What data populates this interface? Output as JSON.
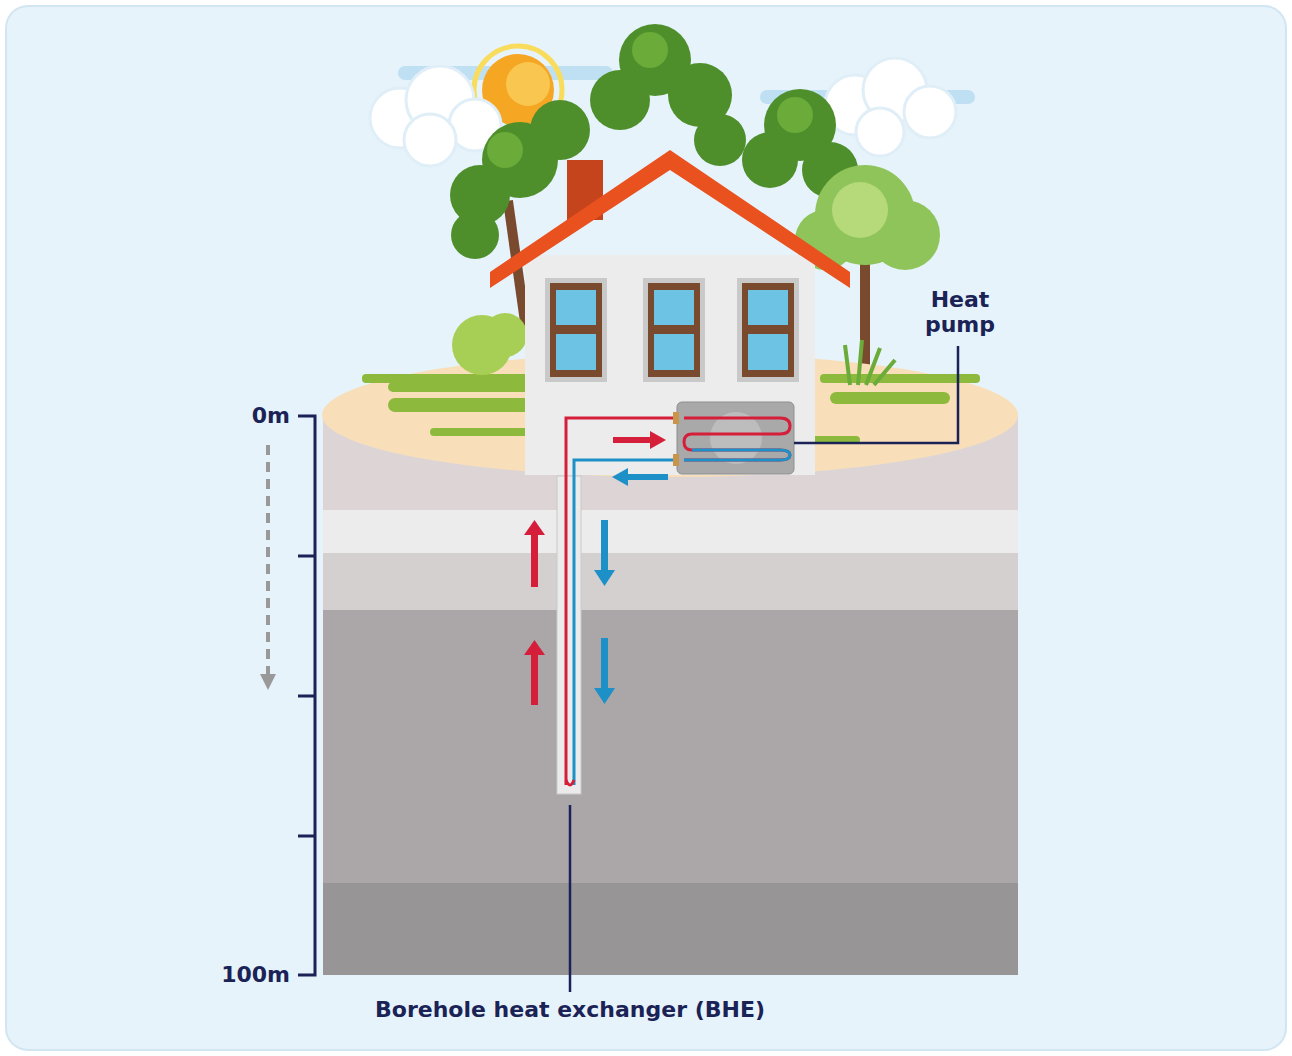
{
  "diagram": {
    "labels": [
      "Heat pump",
      "0m",
      "100m",
      "Borehole heat exchanger (BHE)"
    ]
  }
}
